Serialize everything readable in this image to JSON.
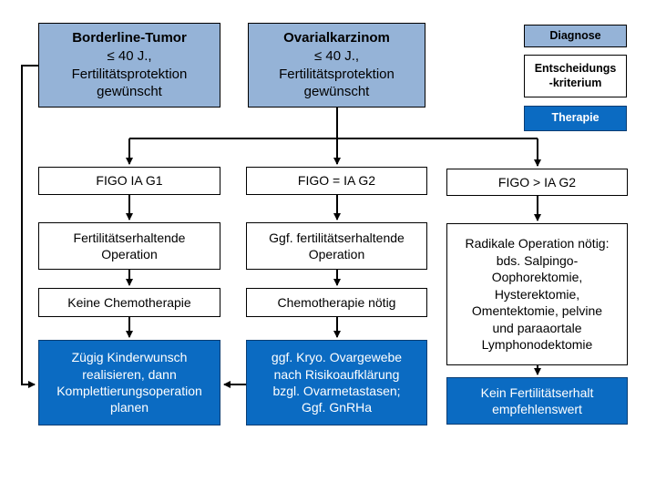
{
  "diagnoses": {
    "borderline": {
      "title": "Borderline-Tumor",
      "lines": [
        "≤ 40 J.,",
        "Fertilitätsprotektion",
        "gewünscht"
      ]
    },
    "ovarial": {
      "title": "Ovarialkarzinom",
      "lines": [
        "≤ 40 J.,",
        "Fertilitätsprotektion",
        "gewünscht"
      ]
    }
  },
  "legend": {
    "diagnose": "Diagnose",
    "entscheidung_line1": "Entscheidungs",
    "entscheidung_line2": "-kriterium",
    "therapie": "Therapie"
  },
  "stages": {
    "g1": "FIGO IA G1",
    "g2": "FIGO = IA G2",
    "gt": "FIGO > IA G2"
  },
  "criteria": {
    "g1_op": [
      "Fertilitätserhaltende",
      "Operation"
    ],
    "g2_op": [
      "Ggf. fertilitätserhaltende",
      "Operation"
    ],
    "g1_chemo": "Keine Chemotherapie",
    "g2_chemo": "Chemotherapie nötig",
    "radical": [
      "Radikale Operation nötig:",
      "bds. Salpingo-",
      "Oophorektomie,",
      "Hysterektomie,",
      "Omentektomie, pelvine",
      "und paraaortale",
      "Lymphonodektomie"
    ]
  },
  "therapies": {
    "g1": [
      "Zügig Kinderwunsch",
      "realisieren, dann",
      "Komplettierungsoperation",
      "planen"
    ],
    "g2": [
      "ggf. Kryo. Ovargewebe",
      "nach Risikoaufklärung",
      "bzgl. Ovarmetastasen;",
      "Ggf. GnRHa"
    ],
    "gt": [
      "Kein Fertilitätserhalt",
      "empfehlenswert"
    ]
  },
  "colors": {
    "diagnose": "#95b3d7",
    "therapie": "#0b6bc2",
    "line": "#000000"
  }
}
